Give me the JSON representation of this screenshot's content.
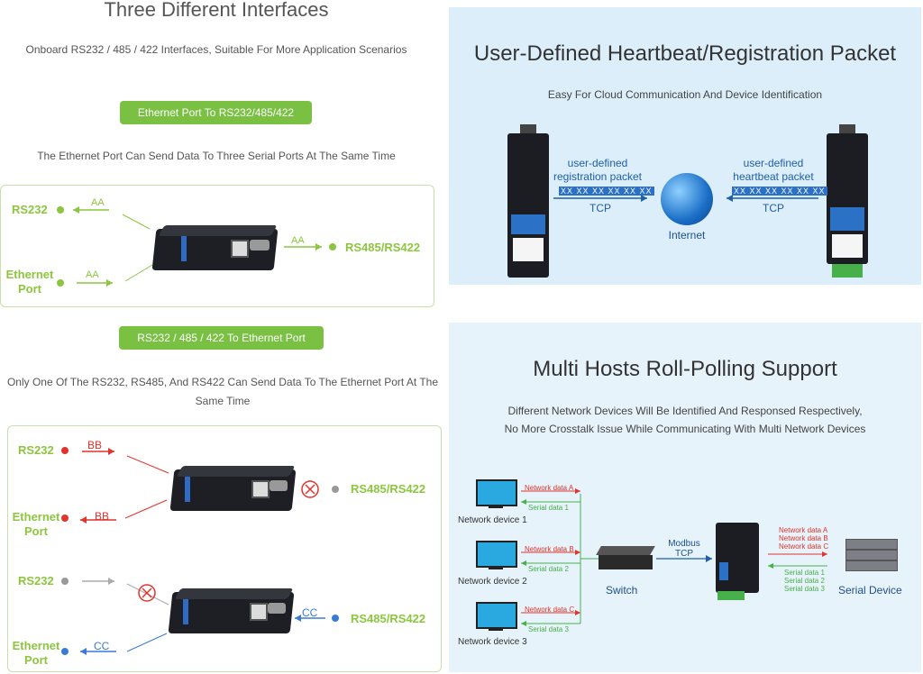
{
  "left": {
    "title": "Three Different Interfaces",
    "subtitle": "Onboard RS232 / 485 / 422 Interfaces, Suitable For More Application Scenarios",
    "section1": {
      "pill": "Ethernet Port To RS232/485/422",
      "desc": "The Ethernet Port Can Send Data To Three Serial Ports At The Same Time",
      "rs232": "RS232",
      "ethernet1": "Ethernet",
      "ethernet2": "Port",
      "rs485": "RS485/RS422",
      "aa": "AA"
    },
    "section2": {
      "pill": "RS232 / 485 / 422 To Ethernet Port",
      "desc1": "Only One Of The RS232, RS485, And RS422 Can Send Data To The Ethernet Port At The",
      "desc2": "Same Time",
      "rs232": "RS232",
      "ethernet1": "Ethernet",
      "ethernet2": "Port",
      "rs485": "RS485/RS422",
      "bb": "BB",
      "cc": "CC"
    }
  },
  "right": {
    "panel1": {
      "title": "User-Defined Heartbeat/Registration Packet",
      "subtitle": "Easy For Cloud Communication And Device Identification",
      "left_label1": "user-defined",
      "left_label2": "registration packet",
      "right_label1": "user-defined",
      "right_label2": "heartbeat packet",
      "bytes": "XX XX XX XX XX XX",
      "tcp": "TCP",
      "internet": "Internet"
    },
    "panel2": {
      "title": "Multi Hosts Roll-Polling Support",
      "subtitle1": "Different Network Devices Will Be Identified And Responsed Respectively,",
      "subtitle2": "No More Crosstalk Issue While Communicating With Multi Network Devices",
      "devices": [
        {
          "name": "Network device 1",
          "net": "Network data A",
          "ser": "Serial data 1"
        },
        {
          "name": "Network device 2",
          "net": "Network data B",
          "ser": "Serial data 2"
        },
        {
          "name": "Network device 3",
          "net": "Network data C",
          "ser": "Serial data 3"
        }
      ],
      "switch": "Switch",
      "modbus1": "Modbus",
      "modbus2": "TCP",
      "net_list": [
        "Network data A",
        "Network data B",
        "Network data C"
      ],
      "ser_list": [
        "Serial data 1",
        "Serial data 2",
        "Serial data 3"
      ],
      "serial_device": "Serial Device"
    }
  },
  "colors": {
    "green": "#8cc63f",
    "red": "#e0342c",
    "blue": "#3a7bd5",
    "panel": "#dbeefa"
  }
}
